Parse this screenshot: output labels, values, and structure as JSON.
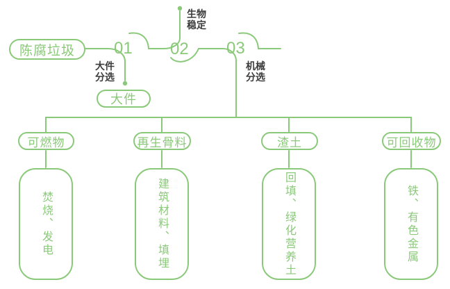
{
  "colors": {
    "line_green": "#8bc97a",
    "label_dark": "#3b3b3b",
    "background": "#ffffff"
  },
  "flow": {
    "source_label": "陈腐垃圾",
    "steps": [
      {
        "number": "01",
        "process": "大件\n分选",
        "branch_output": "大件"
      },
      {
        "number": "02",
        "process": "生物\n稳定"
      },
      {
        "number": "03",
        "process": "机械\n分选"
      }
    ]
  },
  "outputs": [
    {
      "category": "可燃物",
      "disposal": "焚烧、发电"
    },
    {
      "category": "再生骨料",
      "disposal": "建筑材料、填埋"
    },
    {
      "category": "渣土",
      "disposal": "回填、绿化营养土"
    },
    {
      "category": "可回收物",
      "disposal": "铁、有色金属"
    }
  ]
}
